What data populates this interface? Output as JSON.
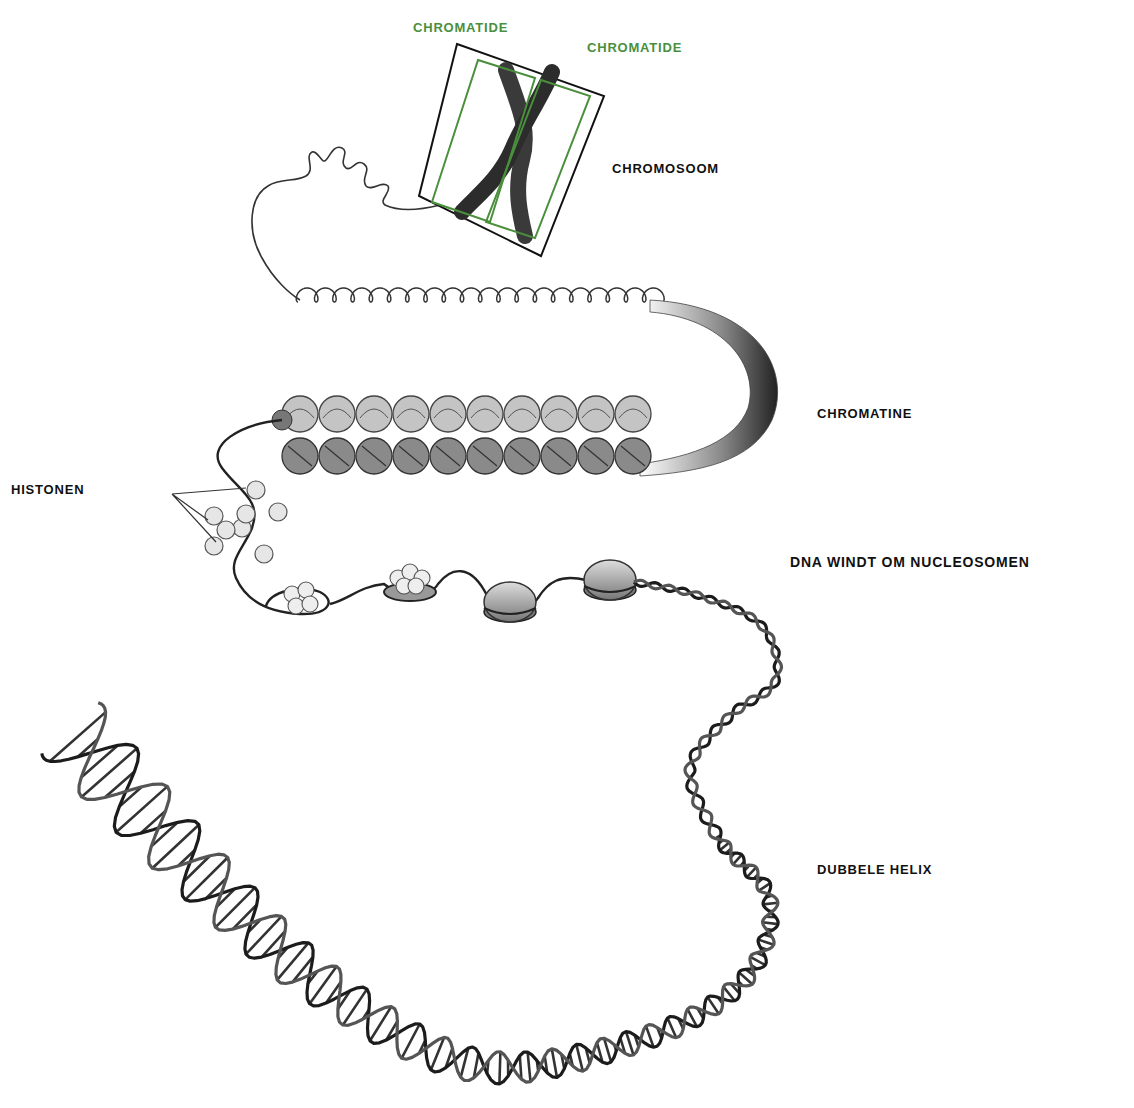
{
  "diagram": {
    "labels": [
      "CHROMATIDE",
      "CHROMATIDE",
      "CHROMOSOOM",
      "CHROMATINE",
      "HISTONEN",
      "DNA WINDT OM NUCLEOSOMEN",
      "DUBBELE HELIX"
    ]
  }
}
